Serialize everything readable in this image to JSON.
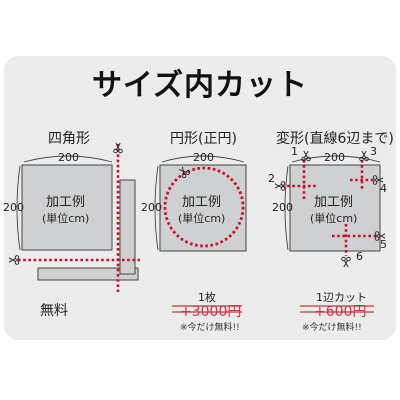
{
  "title": "サイズ内カット",
  "square": {
    "heading": "四角形",
    "width": "200",
    "height": "200",
    "label1": "加工例",
    "label2": "(単位cm)",
    "price": "無料"
  },
  "circle": {
    "heading": "円形(正円)",
    "width": "200",
    "height": "200",
    "label1": "加工例",
    "label2": "(単位cm)",
    "count": "1枚",
    "old_price": "+3000円",
    "note": "※今だけ無料!!"
  },
  "irregular": {
    "heading": "変形(直線6辺まで)",
    "width": "200",
    "height": "200",
    "label1": "加工例",
    "label2": "(単位cm)",
    "numbers": [
      "1",
      "2",
      "3",
      "4",
      "5",
      "6"
    ],
    "count": "1辺カット",
    "old_price": "+600円",
    "note": "※今だけ無料!!"
  },
  "colors": {
    "cut_line": "#c8102e",
    "strike": "#d0333e",
    "panel": "#eaebec",
    "sheet": "#cfd0d2"
  }
}
